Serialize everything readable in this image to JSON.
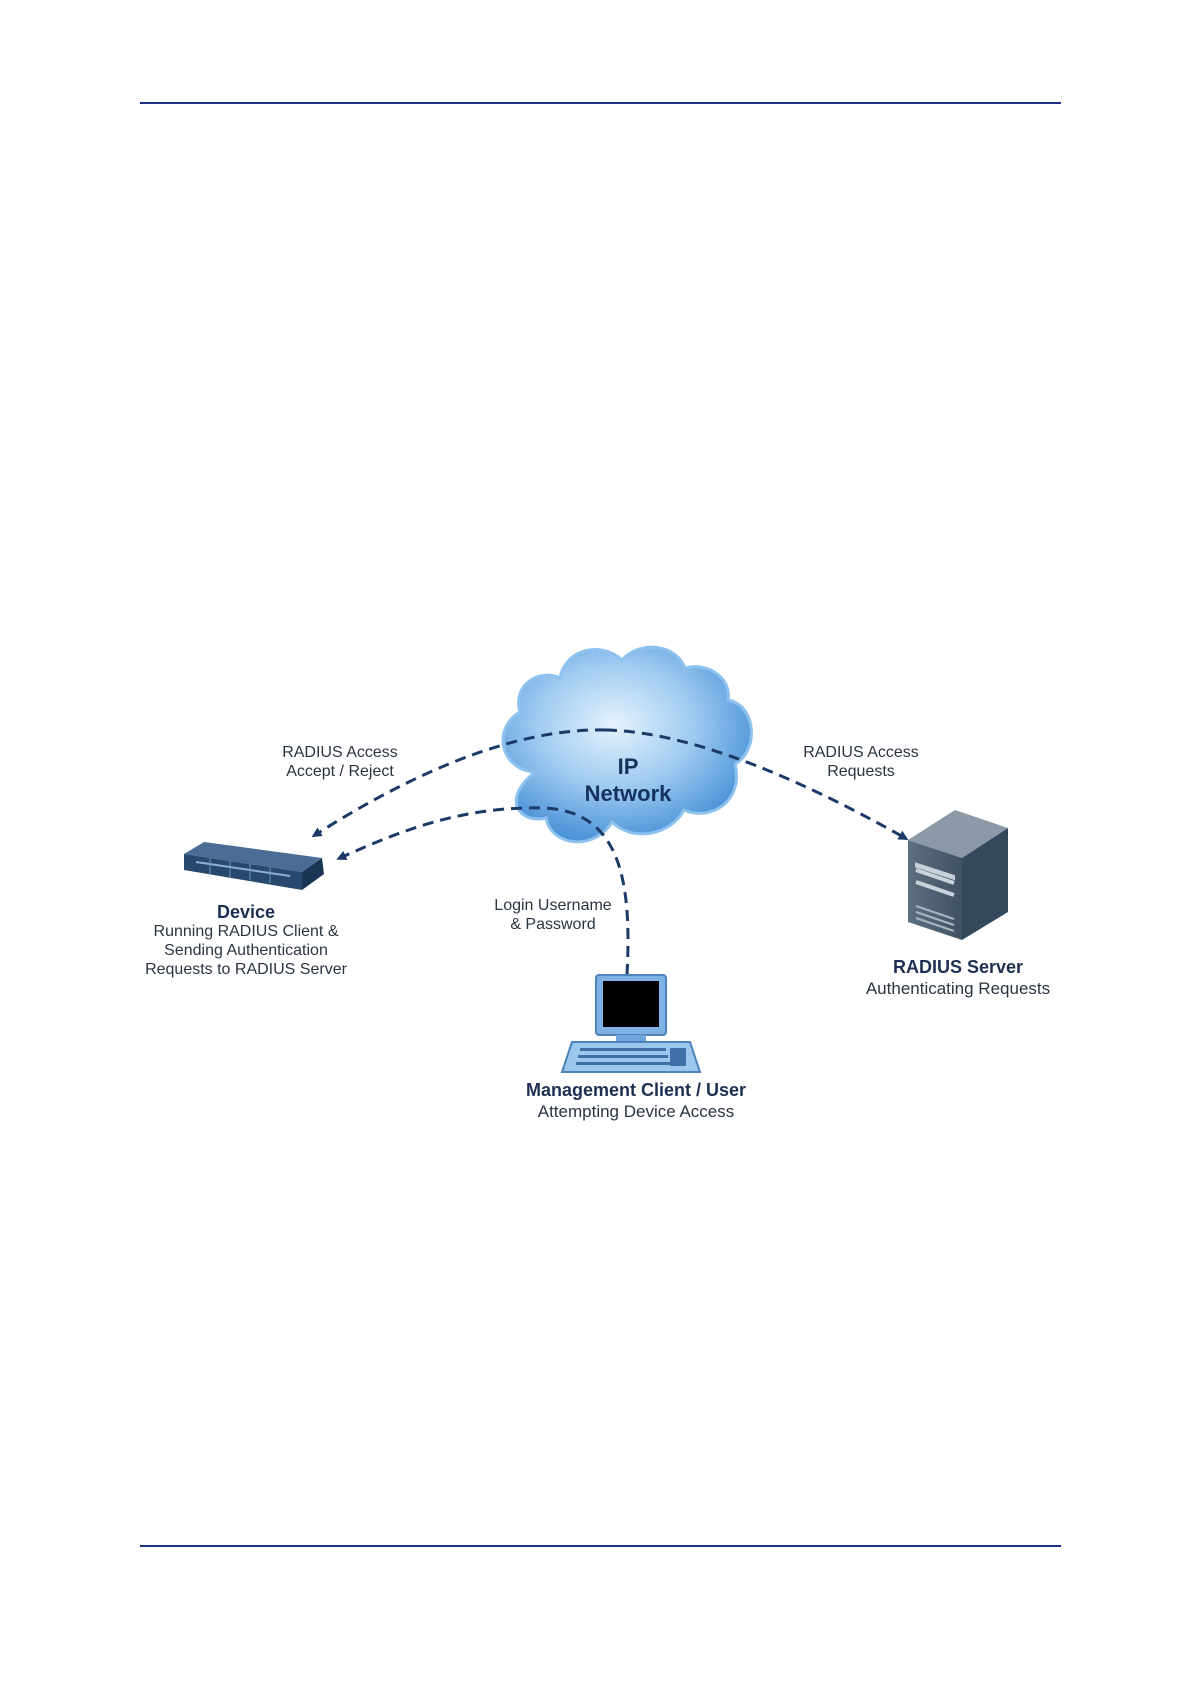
{
  "diagram": {
    "cloud": {
      "line1": "IP",
      "line2": "Network"
    },
    "arrows": {
      "accept_reject": {
        "line1": "RADIUS Access",
        "line2": "Accept / Reject"
      },
      "requests": {
        "line1": "RADIUS Access",
        "line2": "Requests"
      },
      "login": {
        "line1": "Login Username",
        "line2": "& Password"
      }
    },
    "device": {
      "title": "Device",
      "desc1": "Running RADIUS Client &",
      "desc2": "Sending Authentication",
      "desc3": "Requests to RADIUS Server"
    },
    "server": {
      "title": "RADIUS  Server",
      "desc": "Authenticating Requests"
    },
    "client": {
      "title": "Management Client / User",
      "desc": "Attempting Device Access"
    }
  },
  "colors": {
    "rule": "#1c2f8a",
    "arrow": "#1b3a66",
    "cloud": "#6fb0e6"
  }
}
